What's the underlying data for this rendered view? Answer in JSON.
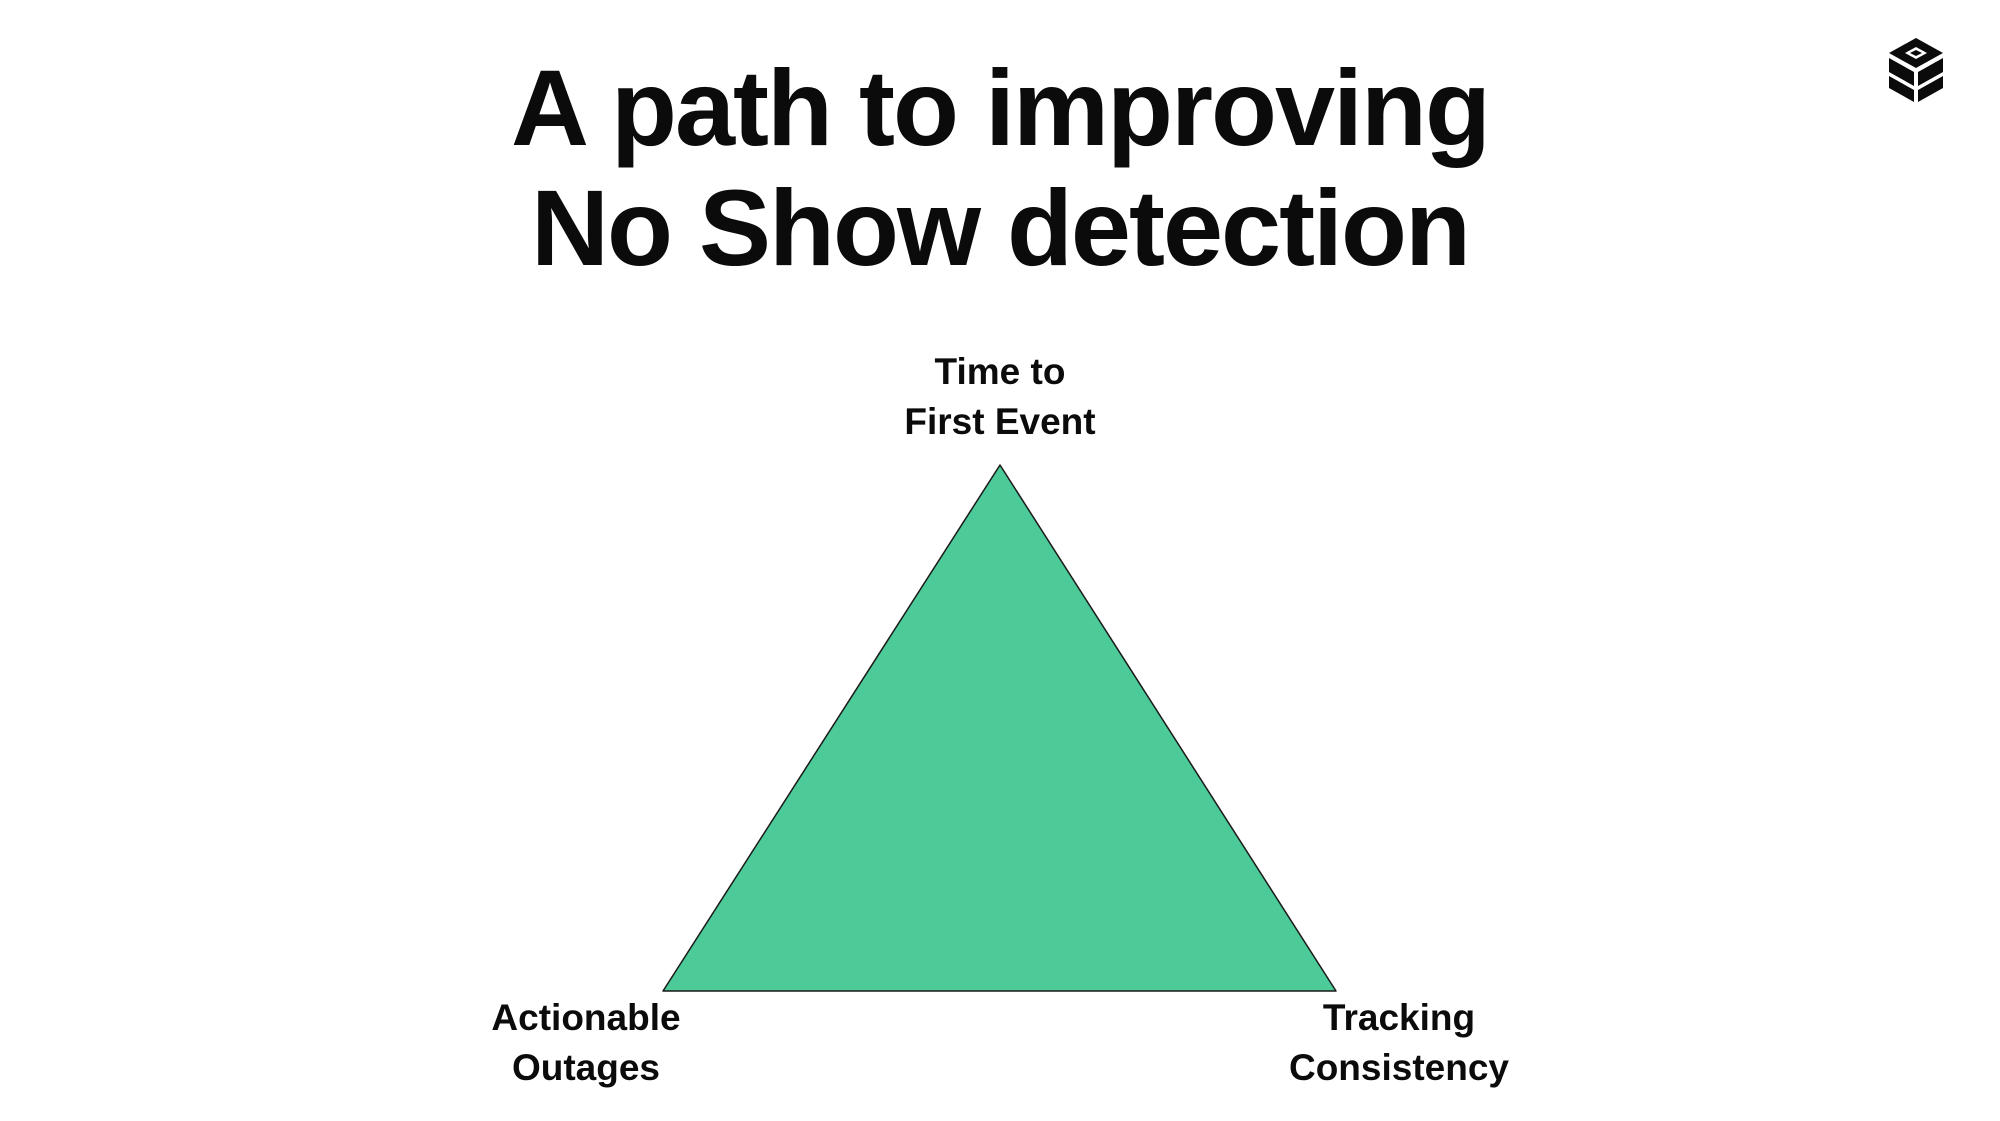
{
  "slide": {
    "title_lines": [
      "A path to improving",
      "No Show detection"
    ],
    "logo_icon": "cube-stack-logo-icon"
  },
  "diagram": {
    "shape": "triangle",
    "fill_color": "#4ccb98",
    "stroke_color": "#1a1a1a",
    "vertices": {
      "top": {
        "lines": [
          "Time to",
          "First Event"
        ]
      },
      "bottom_left": {
        "lines": [
          "Actionable",
          "Outages"
        ]
      },
      "bottom_right": {
        "lines": [
          "Tracking",
          "Consistency"
        ]
      }
    }
  }
}
